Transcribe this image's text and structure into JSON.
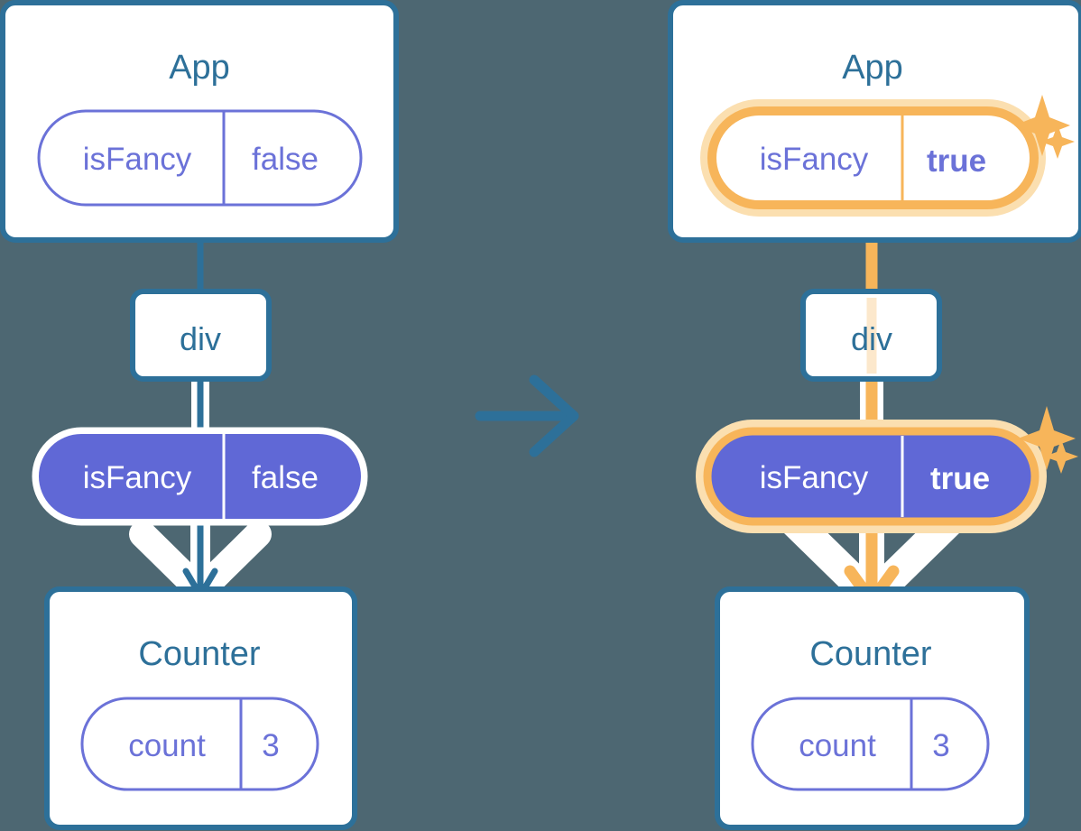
{
  "diagram": {
    "type": "react-state-propagation",
    "background_color": "#4d6772",
    "colors": {
      "box_border": "#2d7099",
      "box_fill": "#ffffff",
      "title_text": "#2d7099",
      "pill_purple": "#6b72d8",
      "pill_purple_fill": "#6068d6",
      "highlight_orange": "#f7b55a",
      "highlight_orange_glow": "#fbdfb0",
      "arrow_blue": "#2d7099",
      "arrow_white": "#ffffff",
      "sparkle": "#f7b55a"
    },
    "transition_arrow": {
      "icon": "arrow-right-icon",
      "color": "#2d7099"
    },
    "panels": [
      {
        "id": "before",
        "app": {
          "title": "App",
          "state_pill": {
            "name": "isFancy",
            "value": "false",
            "style": "outline",
            "highlighted": false
          }
        },
        "div": {
          "label": "div"
        },
        "prop_pill": {
          "name": "isFancy",
          "value": "false",
          "style": "solid",
          "highlighted": false
        },
        "counter": {
          "title": "Counter",
          "state_pill": {
            "name": "count",
            "value": "3",
            "style": "outline",
            "highlighted": false
          }
        },
        "sparkles": false
      },
      {
        "id": "after",
        "app": {
          "title": "App",
          "state_pill": {
            "name": "isFancy",
            "value": "true",
            "style": "outline",
            "highlighted": true
          }
        },
        "div": {
          "label": "div"
        },
        "prop_pill": {
          "name": "isFancy",
          "value": "true",
          "style": "solid",
          "highlighted": true
        },
        "counter": {
          "title": "Counter",
          "state_pill": {
            "name": "count",
            "value": "3",
            "style": "outline",
            "highlighted": false
          }
        },
        "sparkles": true
      }
    ]
  }
}
